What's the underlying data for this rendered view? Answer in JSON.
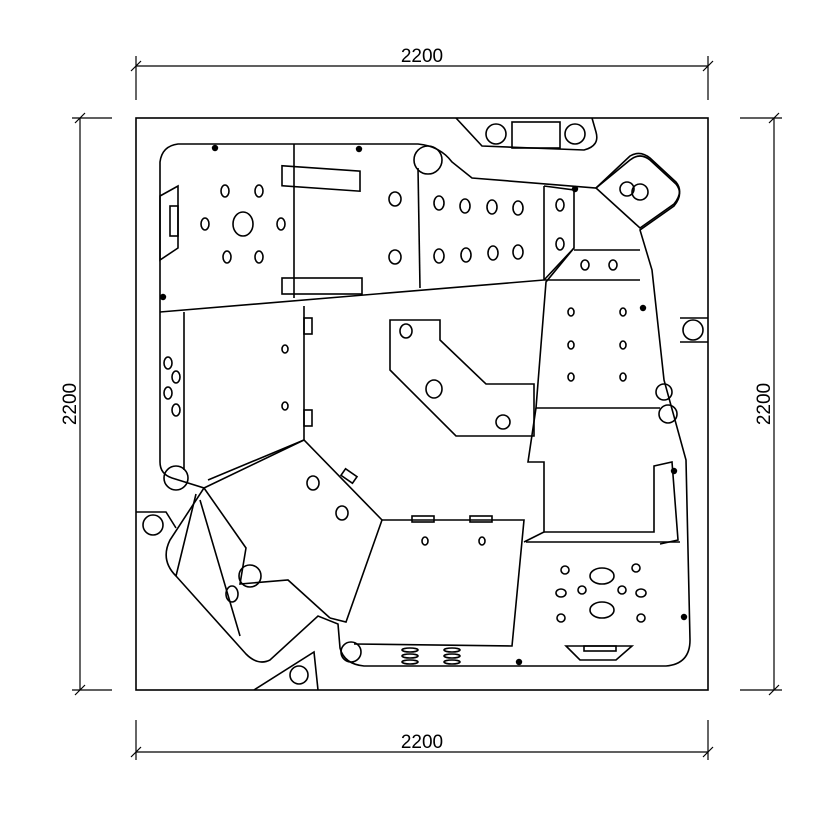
{
  "dimensions": {
    "top": "2200",
    "bottom": "2200",
    "left": "2200",
    "right": "2200"
  },
  "colors": {
    "line": "#000000",
    "background": "#ffffff"
  }
}
